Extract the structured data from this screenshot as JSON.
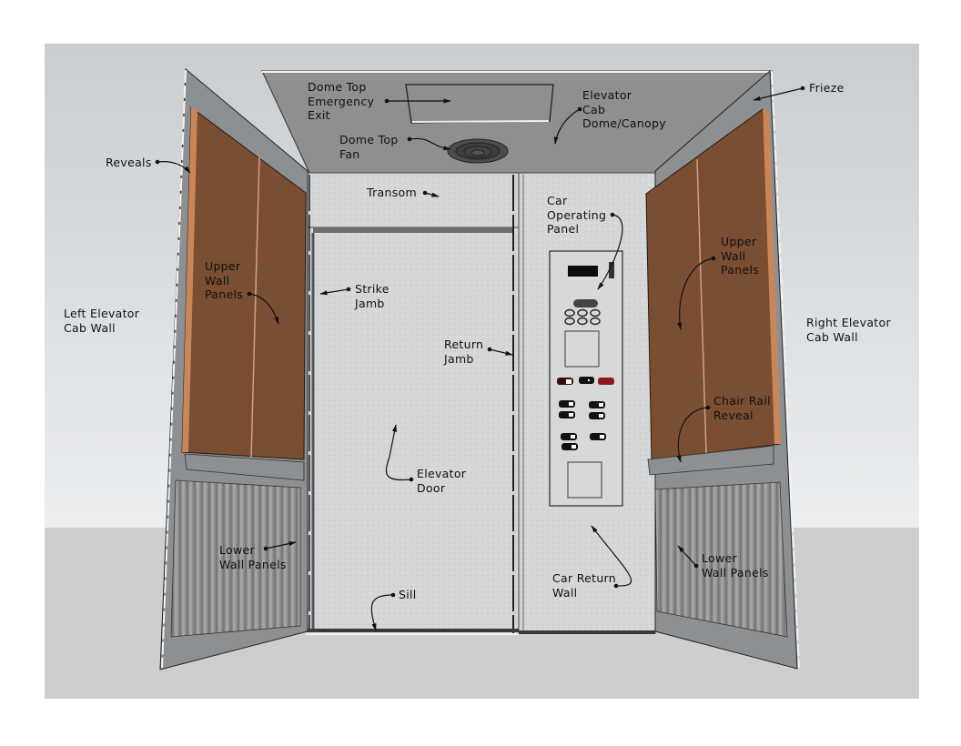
{
  "diagram": {
    "subject": "Elevator cab interior, exploded view with side walls folded out",
    "colors": {
      "page_background": "#ffffff",
      "sky_background": "#cdd1d4",
      "floor_background": "#cecece",
      "wall_frame": "#8d9093",
      "canopy": "#8f8f8f",
      "wood_panel": "#7a4e33",
      "wood_edge": "#c98659",
      "stainless_steel": "#d3d5d7",
      "lower_panel": "#8a8a8a",
      "button_red": "#8b1a1a",
      "label_text": "#111111"
    },
    "labels": [
      {
        "id": "dome-top-emergency-exit",
        "text": "Dome Top\nEmergency\nExit"
      },
      {
        "id": "elevator-cab-dome-canopy",
        "text": "Elevator\nCab\nDome/Canopy"
      },
      {
        "id": "dome-top-fan",
        "text": "Dome Top\nFan"
      },
      {
        "id": "frieze",
        "text": "Frieze"
      },
      {
        "id": "reveals",
        "text": "Reveals"
      },
      {
        "id": "transom",
        "text": "Transom"
      },
      {
        "id": "car-operating-panel",
        "text": "Car\nOperating\nPanel"
      },
      {
        "id": "upper-wall-panels-left",
        "text": "Upper\nWall\nPanels"
      },
      {
        "id": "upper-wall-panels-right",
        "text": "Upper\nWall\nPanels"
      },
      {
        "id": "strike-jamb",
        "text": "Strike\nJamb"
      },
      {
        "id": "left-elevator-cab-wall",
        "text": "Left Elevator\nCab Wall"
      },
      {
        "id": "right-elevator-cab-wall",
        "text": "Right Elevator\nCab Wall"
      },
      {
        "id": "return-jamb",
        "text": "Return\nJamb"
      },
      {
        "id": "chair-rail-reveal",
        "text": "Chair Rail\nReveal"
      },
      {
        "id": "elevator-door",
        "text": "Elevator\nDoor"
      },
      {
        "id": "lower-wall-panels-left",
        "text": "Lower\nWall Panels"
      },
      {
        "id": "lower-wall-panels-right",
        "text": "Lower\nWall Panels"
      },
      {
        "id": "car-return-wall",
        "text": "Car Return\nWall"
      },
      {
        "id": "sill",
        "text": "Sill"
      }
    ]
  }
}
